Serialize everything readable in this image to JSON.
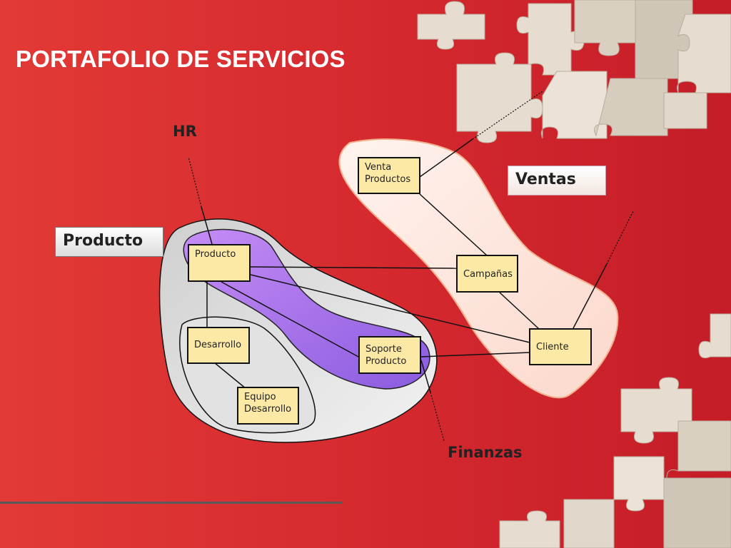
{
  "title": "PORTAFOLIO DE SERVICIOS",
  "labels": {
    "hr": "HR",
    "finanzas": "Finanzas",
    "producto_group": "Producto",
    "ventas_group": "Ventas"
  },
  "nodes": {
    "venta_productos": "Venta\nProductos",
    "campanas": "Campañas",
    "producto": "Producto",
    "desarrollo": "Desarrollo",
    "soporte_producto": "Soporte\nProducto",
    "cliente": "Cliente",
    "equipo_desarrollo": "Equipo\nDesarrollo"
  },
  "colors": {
    "background": "#d4282e",
    "producto_region": "#d8d8d8",
    "purple_region": "#9b6be6",
    "ventas_region": "#fde2d8",
    "node_fill": "#fde9a6"
  }
}
